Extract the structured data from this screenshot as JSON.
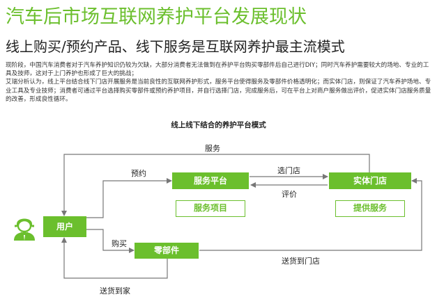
{
  "header": {
    "title": "汽车后市场互联网养护平台发展现状",
    "subtitle": "线上购买/预约产品、线下服务是互联网养护最主流模式"
  },
  "body_text": [
    "现阶段，中国汽车消费者对于汽车养护知识仍较为欠缺，大部分消费者无法做到在养护平台购买零部件后自己进行DIY；同时汽车养护需要较大的场地、专业的工具及技师，这对于上门养护也形成了巨大的挑战；",
    "艾瑞分析认为，线上平台结合线下门店开展服务是当前良性的互联网养护形式，服务平台使得服务及零部件价格透明化；而实体门店，则保证了汽车养护场地、专业工具及专业技师；消费者可通过平台选择购买零部件或预约养护项目，并自行选择门店，完成服务后，可在平台上对商户服务做出评价，促进实体门店服务质量的改善，形成良性循环。"
  ],
  "diagram": {
    "title": "线上线下结合的养护平台模式",
    "nodes": {
      "user": "用户",
      "service_platform": "服务平台",
      "physical_store": "实体门店",
      "parts": "零部件",
      "service_items": "服务项目",
      "provide_service": "提供服务"
    },
    "edges": {
      "service": "服务",
      "appointment": "预约",
      "choose_store": "选门店",
      "review": "评价",
      "purchase": "购买",
      "deliver_to_store": "送货到门店",
      "deliver_home": "送货到家"
    }
  },
  "colors": {
    "accent": "#6bbf2d",
    "line": "#777777"
  },
  "icons": {
    "user": "user-icon"
  }
}
